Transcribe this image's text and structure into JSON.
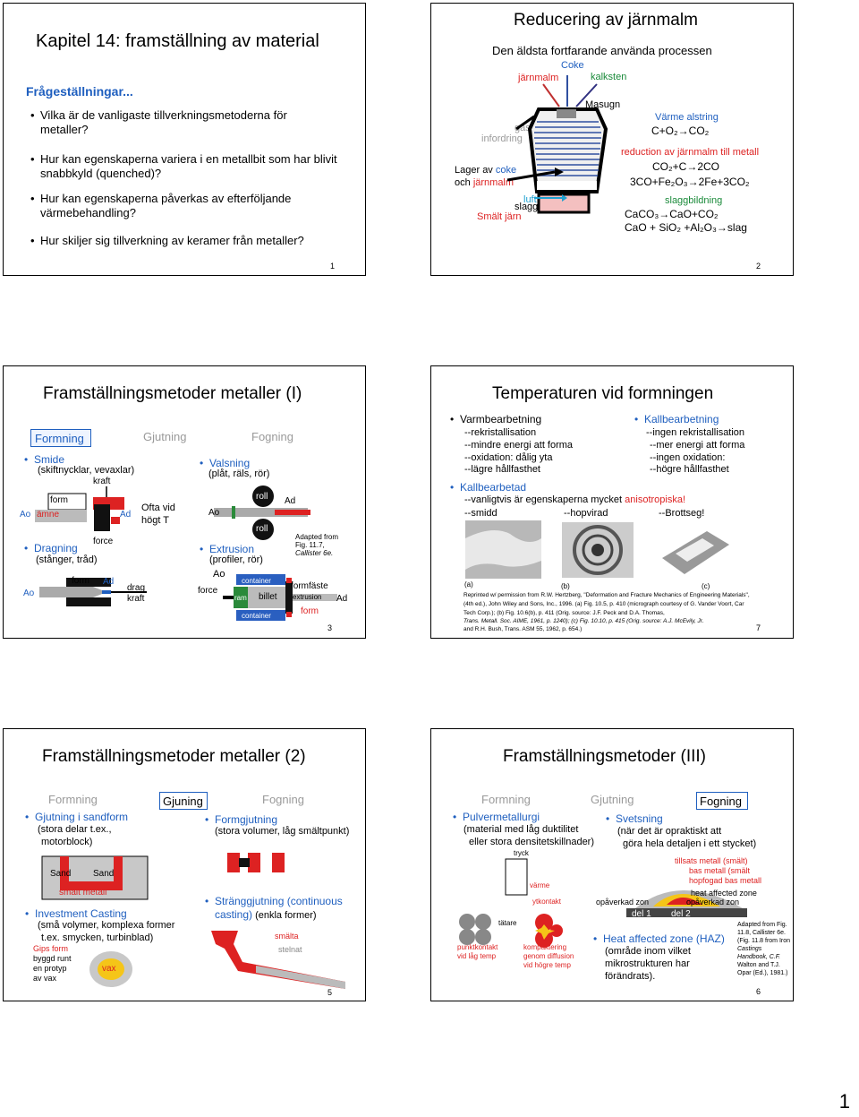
{
  "s1": {
    "title": "Kapitel 14: framställning av material",
    "subtitle": "Frågeställningar...",
    "q1": "Vilka är de vanligaste tillverkningsmetoderna för metaller?",
    "q2": "Hur kan egenskaperna variera i en metallbit som har blivit snabbkyld (quenched)?",
    "q3": "Hur kan egenskaperna påverkas av efterföljande värmebehandling?",
    "q4": "Hur skiljer sig tillverkning av keramer från metaller?",
    "num": "1"
  },
  "s2": {
    "title": "Reducering av järnmalm",
    "subtitle": "Den äldsta fortfarande använda processen",
    "coke": "Coke",
    "jarnmalm": "järnmalm",
    "kalksten": "kalksten",
    "masugn": "Masugn",
    "gas": "gas",
    "infordring": "infordring",
    "lager": "Lager av",
    "coke2": "coke",
    "och": "och",
    "jarnmalm2": "järnmalm",
    "luft": "luft",
    "slagg": "slagg",
    "smalt": "Smält järn",
    "varme": "Värme alstring",
    "eq1": "C+O₂→CO₂",
    "reduction": "reduction av järnmalm till metall",
    "eq2": "CO₂+C→2CO",
    "eq3": "3CO+Fe₂O₃→2Fe+3CO₂",
    "slaggbildning": "slaggbildning",
    "eq4": "CaCO₃→CaO+CO₂",
    "eq5": "CaO + SiO₂ +Al₂O₃→slag",
    "num": "2"
  },
  "s3": {
    "title": "Framställningsmetoder metaller (I)",
    "formning": "Formning",
    "gjutning": "Gjutning",
    "fogning": "Fogning",
    "smide": "Smide",
    "smide_sub": "(skiftnycklar, vevaxlar)",
    "kraft": "kraft",
    "form": "form",
    "amne": "ämne",
    "ao": "Ao",
    "ad": "Ad",
    "ofta": "Ofta vid",
    "hogt": "högt T",
    "force": "force",
    "dragning": "Dragning",
    "dragning_sub": "(stånger, tråd)",
    "drag": "drag",
    "kraft2": "kraft",
    "valsning": "Valsning",
    "valsning_sub": "(plåt, räls, rör)",
    "roll": "roll",
    "extrusion": "Extrusion",
    "extrusion_sub": "(profiler, rör)",
    "container": "container",
    "ram": "ram",
    "billet": "billet",
    "formfaste": "formfäste",
    "extrusion_lbl": "extrusion",
    "adapted": "Adapted from",
    "fig": "Fig. 11.7,",
    "callister": "Callister 6e.",
    "num": "3"
  },
  "s4": {
    "title": "Temperaturen vid formningen",
    "varm": "Varmbearbetning",
    "v1": "--rekristallisation",
    "v2": "--mindre energi att forma",
    "v3": "--oxidation: dålig yta",
    "v4": "--lägre hållfasthet",
    "kall": "Kallbearbetning",
    "k1": "--ingen rekristallisation",
    "k2": "--mer energi att forma",
    "k3": "--ingen oxidation:",
    "k4": "--högre hållfasthet",
    "kallbearbetad": "Kallbearbetad",
    "aniso_pre": "--vanligtvis är egenskaperna mycket ",
    "aniso": "anisotropiska!",
    "smidd": "--smidd",
    "hopvirad": "--hopvirad",
    "brottseg": "--Brottseg!",
    "a": "(a)",
    "b": "(b)",
    "c": "(c)",
    "ref1": "Reprinted w/ permission from R.W. Hertzberg, \"Deformation and Fracture Mechanics of Engineering Materials\",",
    "ref2": "(4th ed.), John Wiley and Sons, Inc., 1996. (a) Fig. 10.5, p. 410 (micrograph courtesy of G. Vander Voort, Car",
    "ref3": "Tech Corp.); (b) Fig. 10.6(b), p. 411 (Orig. source: J.F. Peck and D.A. Thomas,",
    "ref4": "Trans. Metall. Soc. AIME, 1961, p. 1240); (c) Fig. 10.10, p. 415 (Orig. source: A.J. McEvily, Jr.",
    "ref5": "and R.H. Bush, Trans. ASM 55, 1962, p. 654.)",
    "num": "7"
  },
  "s5": {
    "title": "Framställningsmetoder metaller (2)",
    "formning": "Formning",
    "gjuning": "Gjuning",
    "fogning": "Fogning",
    "sand": "Gjutning i sandform",
    "sand_sub1": "(stora delar t.ex.,",
    "sand_sub2": "motorblock)",
    "sand_lbl": "Sand",
    "smalt": "smält metall",
    "invest": "Investment Casting",
    "invest_sub1": "(små volymer, komplexa former",
    "invest_sub2": "t.ex. smycken, turbinblad)",
    "gips": "Gips form",
    "byggd": "byggd runt",
    "en": "en protyp",
    "av": "av vax",
    "vax": "vax",
    "formgj": "Formgjutning",
    "formgj_sub": "(stora volumer, låg smältpunkt)",
    "strang1": "Stränggjutning (continuous",
    "strang2": "casting)",
    "strang3": " (enkla former)",
    "smalta": "smälta",
    "stelnat": "stelnat",
    "num": "5"
  },
  "s6": {
    "title": "Framställningsmetoder (III)",
    "formning": "Formning",
    "gjutning": "Gjutning",
    "fogning": "Fogning",
    "pulver": "Pulvermetallurgi",
    "pulver_sub1": "(material med låg duktilitet",
    "pulver_sub2": "eller stora densitetskillnader)",
    "tryck": "tryck",
    "varme": "värme",
    "tatare": "tätare",
    "ytkontakt": "ytkontakt",
    "punkt1": "punktkontakt",
    "punkt2": "vid låg temp",
    "komp1": "kompaktering",
    "komp2": "genom diffusion",
    "komp3": "vid högre temp",
    "svets": "Svetsning",
    "svets_sub1": "(när det är opraktiskt att",
    "svets_sub2": "göra hela detaljen i ett stycket)",
    "tillsats1": "tillsats metall (smält)",
    "tillsats2": "bas metall (smält",
    "tillsats3": "hopfogad bas metall",
    "heatzone": "heat affected zone",
    "opav1": "opåverkad zon",
    "opav2": "opåverkad zon",
    "del1": "del 1",
    "del2": "del 2",
    "haz": "Heat affected zone (HAZ)",
    "haz_sub1": "(område inom vilket",
    "haz_sub2": "mikrostrukturen har",
    "haz_sub3": "förändrats).",
    "ad1": "Adapted from Fig.",
    "ad2": "11.8, Callister 6e.",
    "ad3": "(Fig. 11.8 from Iron",
    "ad4": "Castings",
    "ad5": "Handbook, C.F.",
    "ad6": "Walton and T.J.",
    "ad7": "Opar (Ed.), 1981.)",
    "num": "6"
  },
  "page_number": "1"
}
